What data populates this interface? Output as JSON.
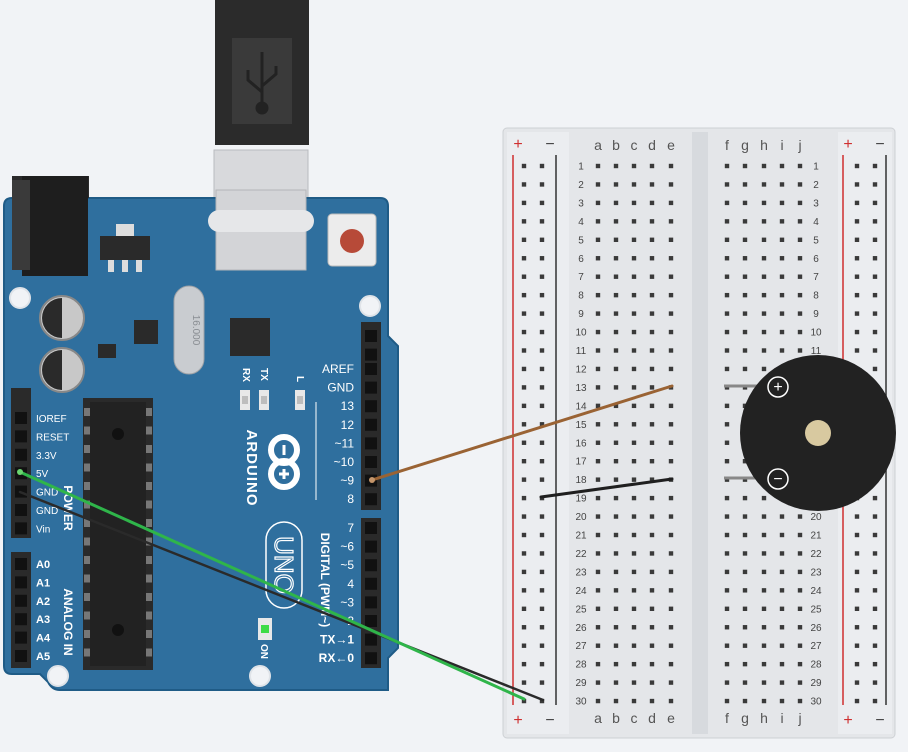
{
  "arduino": {
    "brand": "ARDUINO",
    "model": "UNO",
    "crystal": "16.000",
    "led_labels": {
      "rx": "RX",
      "tx": "TX",
      "l": "L",
      "on": "ON"
    },
    "power_header_title": "POWER",
    "power_pins": [
      "IOREF",
      "RESET",
      "3.3V",
      "5V",
      "GND",
      "GND",
      "Vin"
    ],
    "analog_header_title": "ANALOG IN",
    "analog_pins": [
      "A0",
      "A1",
      "A2",
      "A3",
      "A4",
      "A5"
    ],
    "digital_header_title": "DIGITAL (PWM~)",
    "digital_upper_pins": [
      "AREF",
      "GND",
      "13",
      "12",
      "~11",
      "~10",
      "~9",
      "8"
    ],
    "digital_lower_pins": [
      "7",
      "~6",
      "~5",
      "4",
      "~3",
      "2",
      "TX→1",
      "RX←0"
    ]
  },
  "breadboard": {
    "rows": [
      "1",
      "2",
      "3",
      "4",
      "5",
      "6",
      "7",
      "8",
      "9",
      "10",
      "11",
      "12",
      "13",
      "14",
      "15",
      "16",
      "17",
      "18",
      "19",
      "20",
      "21",
      "22",
      "23",
      "24",
      "25",
      "26",
      "27",
      "28",
      "29",
      "30"
    ],
    "left_columns": [
      "a",
      "b",
      "c",
      "d",
      "e"
    ],
    "right_columns": [
      "f",
      "g",
      "h",
      "i",
      "j"
    ],
    "rail_plus": "+",
    "rail_minus": "−"
  },
  "buzzer": {
    "plus_symbol": "+",
    "minus_symbol": "−"
  },
  "wires": [
    {
      "name": "pin9-wire",
      "color": "#9a6334"
    },
    {
      "name": "gnd-wire",
      "color": "#1f1f1f"
    },
    {
      "name": "5v-wire",
      "color": "#2fb54a"
    },
    {
      "name": "gnd-bridge-wire",
      "color": "#2a2a2a"
    }
  ],
  "colors": {
    "board": "#2f6f9e",
    "board_edge": "#1f5b86",
    "rail_red": "#cf2f2f",
    "rail_dark": "#333333",
    "hole": "#3a3a3a",
    "buzzer": "#222222"
  }
}
